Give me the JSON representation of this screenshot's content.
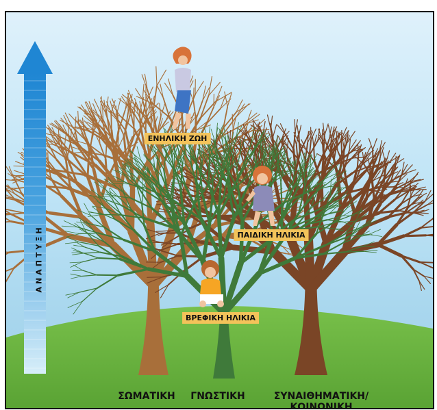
{
  "axis_label": "ΑΝΑΠΤΥΞΗ",
  "stages": {
    "adult": "ΕΝΗΛΙΚΗ ΖΩΗ",
    "child": "ΠΑΙΔΙΚΗ ΗΛΙΚΙΑ",
    "infant": "ΒΡΕΦΙΚΗ ΗΛΙΚΙΑ"
  },
  "trees": {
    "physical": "ΣΩΜΑΤΙΚΗ",
    "cognitive": "ΓΝΩΣΤΙΚΗ",
    "socio_emotional_line1": "ΣΥΝΑΙΘΗΜΑΤΙΚΗ/",
    "socio_emotional_line2": "ΚΟΙΝΩΝΙΚΗ"
  },
  "colors": {
    "physical_tree": "#a86f3a",
    "cognitive_tree": "#3f7a3a",
    "socio_tree": "#7a4526",
    "arrow": "#2b8fd6",
    "label_band": "#f3c35a",
    "grass": "#6cb63f"
  }
}
